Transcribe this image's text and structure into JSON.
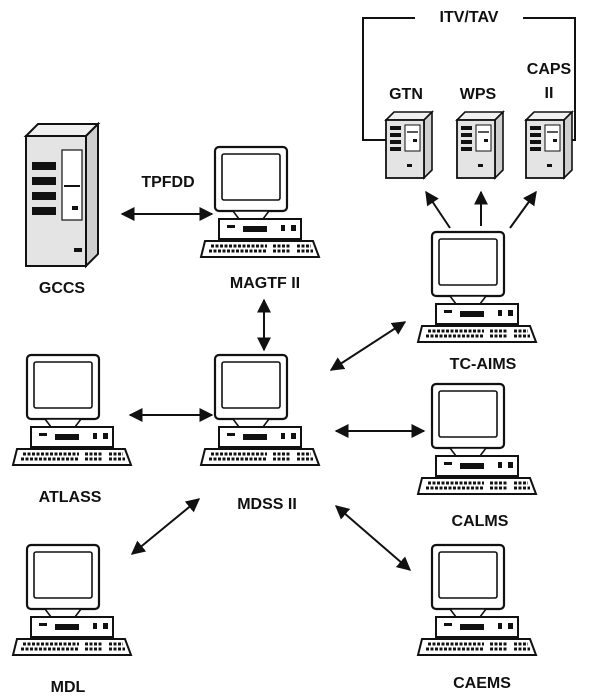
{
  "group": {
    "title": "ITV/TAV"
  },
  "nodes": {
    "gccs": "GCCS",
    "magtf": "MAGTF II",
    "mdss": "MDSS II",
    "atlass": "ATLASS",
    "mdl": "MDL",
    "tcaims": "TC-AIMS",
    "calms": "CALMS",
    "caems": "CAEMS",
    "gtn": "GTN",
    "wps": "WPS",
    "caps_line1": "CAPS",
    "caps_line2": "II"
  },
  "edges": {
    "tpfdd": "TPFDD"
  },
  "colors": {
    "line": "#111111",
    "device_fill": "#ffffff",
    "server_fill": "#e4e4e4",
    "screen": "#ffffff"
  }
}
